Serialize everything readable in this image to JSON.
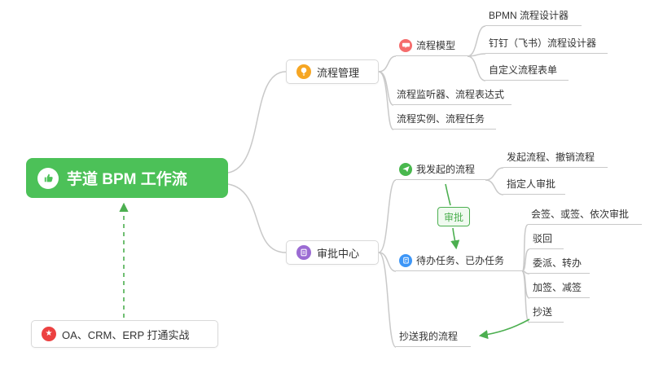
{
  "mindmap": {
    "center": {
      "label": "芋道 BPM 工作流"
    },
    "branches": {
      "process_management": {
        "label": "流程管理"
      },
      "process_model": {
        "label": "流程模型"
      },
      "bpmn_designer": {
        "label": "BPMN 流程设计器"
      },
      "dingtalk_designer": {
        "label": "钉钉（飞书）流程设计器"
      },
      "custom_form": {
        "label": "自定义流程表单"
      },
      "listener_expression": {
        "label": "流程监听器、流程表达式"
      },
      "instance_task": {
        "label": "流程实例、流程任务"
      },
      "approval_center": {
        "label": "审批中心"
      },
      "my_initiated": {
        "label": "我发起的流程"
      },
      "initiate_cancel": {
        "label": "发起流程、撤销流程"
      },
      "designated_approval": {
        "label": "指定人审批"
      },
      "todo_done": {
        "label": "待办任务、已办任务"
      },
      "countersign": {
        "label": "会签、或签、依次审批"
      },
      "reject": {
        "label": "驳回"
      },
      "delegate_transfer": {
        "label": "委派、转办"
      },
      "add_remove_sign": {
        "label": "加签、减签"
      },
      "cc": {
        "label": "抄送"
      },
      "cc_my_process": {
        "label": "抄送我的流程"
      },
      "integration": {
        "label": "OA、CRM、ERP 打通实战"
      }
    },
    "badge": {
      "label": "审批"
    },
    "icons": {
      "center": "thumbs-up-icon",
      "process_management": "lightbulb-icon",
      "approval_center": "document-icon",
      "process_model": "chat-bubble-icon",
      "my_initiated": "paper-plane-icon",
      "todo_done": "clipboard-icon",
      "integration": "star-icon"
    }
  },
  "colors": {
    "center_bg": "#4cc158",
    "line_gray": "#c9c9c9",
    "arrow_green": "#4caf50",
    "icon_orange": "#f6a623",
    "icon_purple": "#9b6bd3",
    "icon_red": "#f56c6c",
    "icon_green": "#49b84e",
    "icon_blue": "#3d96f7",
    "icon_star_red": "#ec4141",
    "badge_green": "#4caf50",
    "badge_bg": "#f0faf0",
    "node_border": "#d9d9d9",
    "text_color": "#333333"
  }
}
